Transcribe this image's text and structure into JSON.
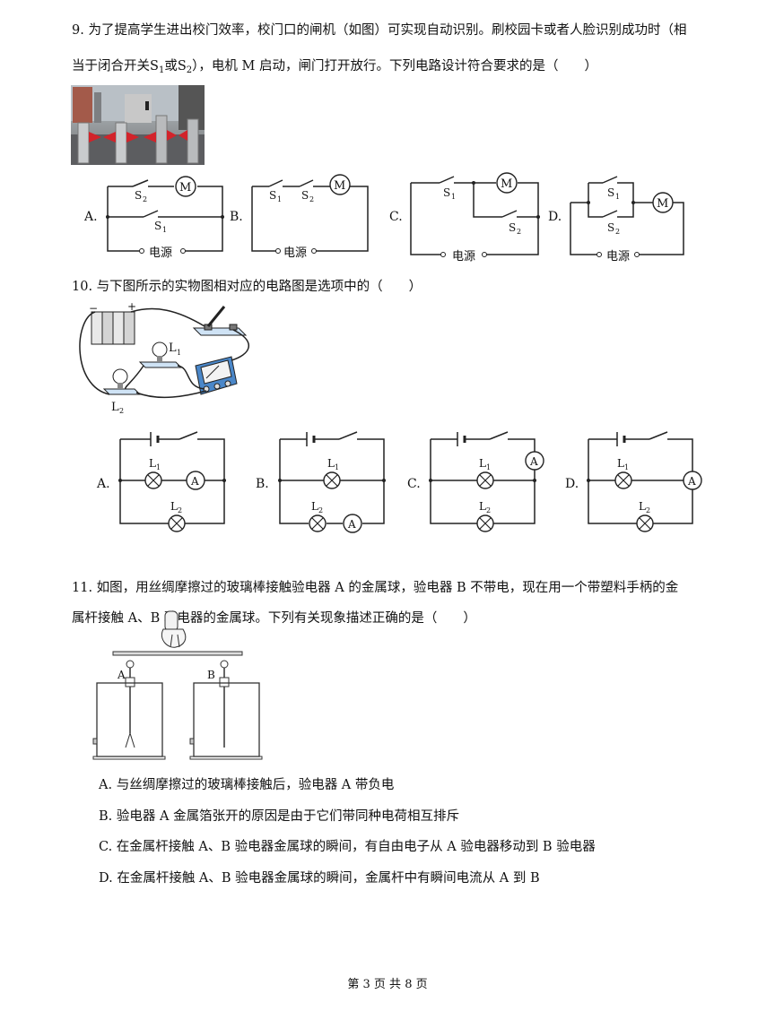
{
  "q9": {
    "line1": "9. 为了提高学生进出校门效率，校门口的闸机（如图）可实现自动识别。刷校园卡或者人脸识别成功时（相",
    "line2_a": "当于闭合开关",
    "s1": "S",
    "s1_sub": "1",
    "or": "或",
    "s2": "S",
    "s2_sub": "2",
    "line2_b": "），电机 M 启动，闸门打开放行。下列电路设计符合要求的是（　　）",
    "options": [
      "A.",
      "B.",
      "C.",
      "D."
    ],
    "labels": {
      "s1": "S",
      "s2": "S",
      "sub1": "1",
      "sub2": "2",
      "motor": "M",
      "source": "电源",
      "source_a": "电源"
    }
  },
  "q10": {
    "line1": "10. 与下图所示的实物图相对应的电路图是选项中的（　　）",
    "photo_labels": {
      "minus": "−",
      "plus": "+",
      "l1": "L",
      "l1_sub": "1",
      "l2": "L",
      "l2_sub": "2"
    },
    "options": [
      "A.",
      "B.",
      "C.",
      "D."
    ],
    "labels": {
      "l": "L",
      "sub1": "1",
      "sub2": "2",
      "ammeter": "A"
    }
  },
  "q11": {
    "line1": "11. 如图，用丝绸摩擦过的玻璃棒接触验电器 A 的金属球，验电器 B 不带电，现在用一个带塑料手柄的金",
    "line2": "属杆接触 A、B 验电器的金属球。下列有关现象描述正确的是（　　）",
    "fig_labels": {
      "a": "A",
      "b": "B"
    },
    "choices": [
      "A. 与丝绸摩擦过的玻璃棒接触后，验电器 A 带负电",
      "B. 验电器 A 金属箔张开的原因是由于它们带同种电荷相互排斥",
      "C. 在金属杆接触 A、B 验电器金属球的瞬间，有自由电子从 A 验电器移动到 B 验电器",
      "D. 在金属杆接触 A、B 验电器金属球的瞬间，金属杆中有瞬间电流从 A 到 B"
    ]
  },
  "footer": "第 3 页 共 8 页"
}
